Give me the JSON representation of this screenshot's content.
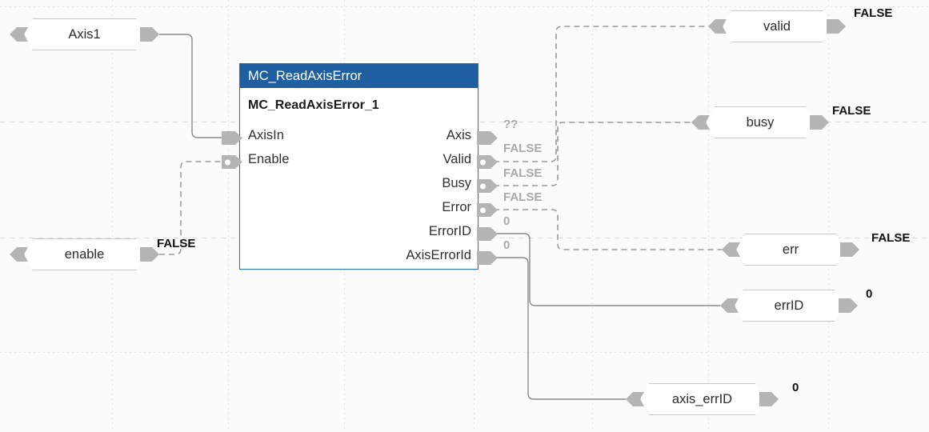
{
  "diagram": {
    "type": "iec61131-function-block-diagram",
    "block": {
      "type_name": "MC_ReadAxisError",
      "instance_name": "MC_ReadAxisError_1",
      "header_color": "#1f5fa0",
      "border_color": "#2f6fb0",
      "inputs": [
        {
          "name": "AxisIn",
          "bool_marker": false
        },
        {
          "name": "Enable",
          "bool_marker": true
        }
      ],
      "outputs": [
        {
          "name": "Axis",
          "value": "??",
          "bool_marker": false
        },
        {
          "name": "Valid",
          "value": "FALSE",
          "bool_marker": true
        },
        {
          "name": "Busy",
          "value": "FALSE",
          "bool_marker": true
        },
        {
          "name": "Error",
          "value": "FALSE",
          "bool_marker": true
        },
        {
          "name": "ErrorID",
          "value": "0",
          "bool_marker": false
        },
        {
          "name": "AxisErrorId",
          "value": "0",
          "bool_marker": false
        }
      ]
    },
    "input_variables": [
      {
        "name": "Axis1",
        "value": "",
        "wire": "solid"
      },
      {
        "name": "enable",
        "value": "FALSE",
        "wire": "dashed"
      }
    ],
    "output_variables": [
      {
        "name": "valid",
        "value": "FALSE",
        "wire": "dashed",
        "from": "Valid"
      },
      {
        "name": "busy",
        "value": "FALSE",
        "wire": "dashed",
        "from": "Busy"
      },
      {
        "name": "err",
        "value": "FALSE",
        "wire": "dashed",
        "from": "Error"
      },
      {
        "name": "errID",
        "value": "0",
        "wire": "solid",
        "from": "ErrorID"
      },
      {
        "name": "axis_errID",
        "value": "0",
        "wire": "solid",
        "from": "AxisErrorId"
      }
    ]
  }
}
